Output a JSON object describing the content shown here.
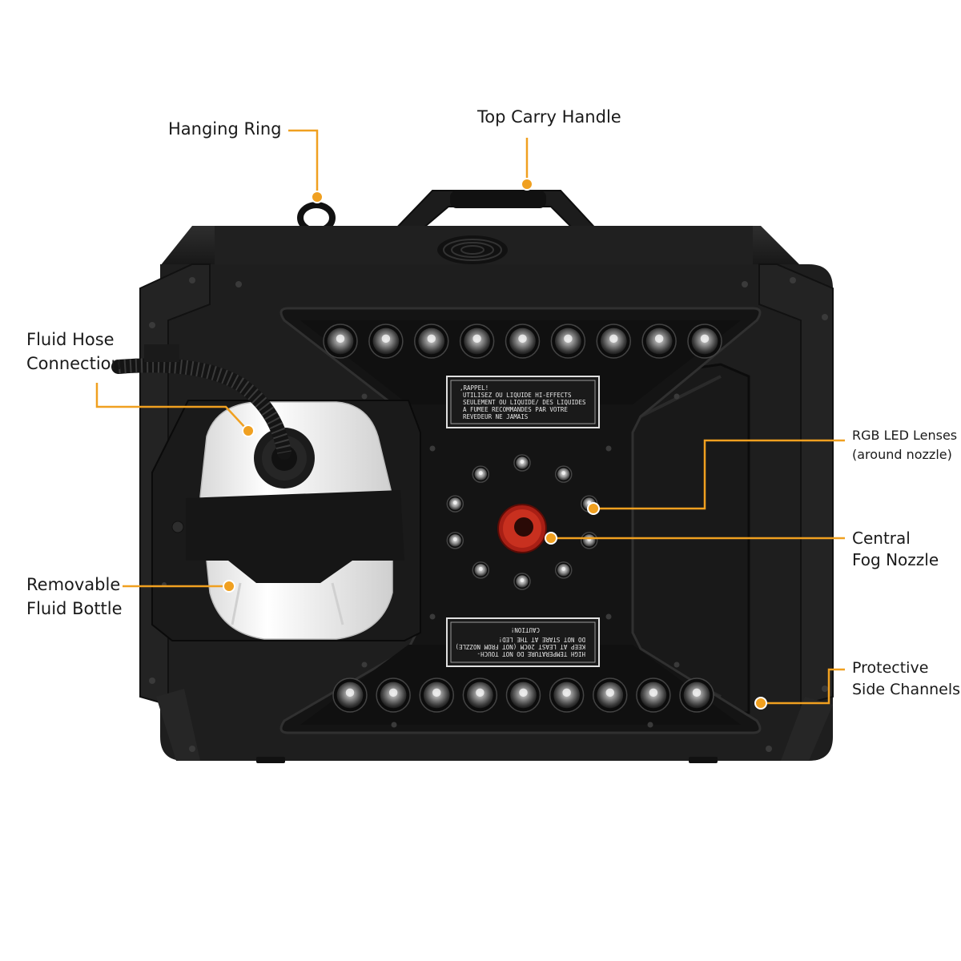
{
  "callouts": {
    "hanging_ring": [
      "Hanging Ring"
    ],
    "top_carry_handle": [
      "Top Carry Handle"
    ],
    "fluid_hose_connection": [
      "Fluid Hose",
      "Connection"
    ],
    "removable_fluid_bottle": [
      "Removable",
      "Fluid Bottle"
    ],
    "rgb_led_lenses": [
      "RGB LED Lenses",
      "(around nozzle)"
    ],
    "central_fog_nozzle": [
      "Central",
      "Fog Nozzle"
    ],
    "protective_side_channels": [
      "Protective",
      "Side Channels"
    ]
  },
  "labels": {
    "rappel": [
      ",RAPPEL!",
      "UTILISEZ OU LIQUIDE HI-EFFECTS",
      "SEULEMENT OU LIQUIDE/ DES LIQUIDES",
      "A FUMEE RECOMMANDES PAR VOTRE",
      "REVEDEUR NE JAMAIS"
    ],
    "caution": [
      "HIGH TEMPERATURE DO NOT TOUCH-",
      "KEEP AT LEAST 20CM (NOT FROM NOZZLE)",
      "DO NOT STARE AT THE LED!",
      "CAUTION!"
    ]
  },
  "colors": {
    "accent_orange": "#f0a020",
    "housing": "#1e1e1e",
    "housing_edge": "#2c2c2c",
    "nozzle_red": "#c0281c",
    "bottle_white": "#f2f2f2"
  },
  "led_counts": {
    "top_row": 9,
    "bottom_row": 9,
    "ring": 10
  }
}
